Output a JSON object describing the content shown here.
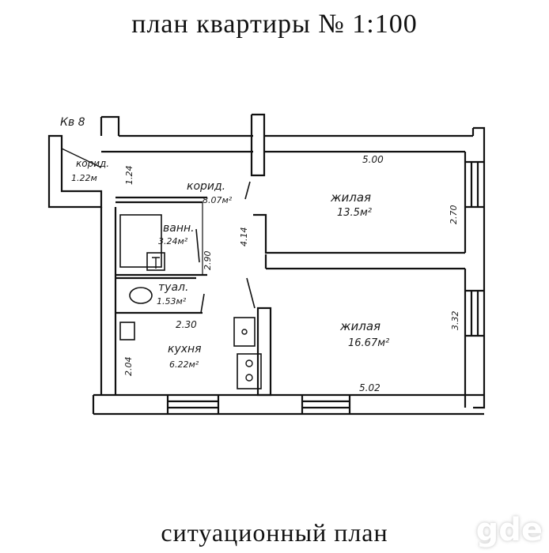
{
  "title": "план квартиры № 1:100",
  "footer": "ситуационный план",
  "watermark": "gde",
  "apartment_label": "Кв 8",
  "rooms": {
    "corridor_small": {
      "name": "корид.",
      "area": "1.22м"
    },
    "corridor_main": {
      "name": "корид.",
      "area": "8.07м²"
    },
    "living_1": {
      "name": "жилая",
      "area": "13.5м²"
    },
    "bath": {
      "name": "ванн.",
      "area": "3.24м²"
    },
    "toilet": {
      "name": "туал.",
      "area": "1.53м²"
    },
    "kitchen": {
      "name": "кухня",
      "area": "6.22м²"
    },
    "living_2": {
      "name": "жилая",
      "area": "16.67м²"
    }
  },
  "dimensions": {
    "d_124": "1.24",
    "d_500": "5.00",
    "d_270": "2.70",
    "d_414": "4.14",
    "d_290": "2.90",
    "d_230": "2.30",
    "d_204": "2.04",
    "d_332": "3.32",
    "d_502": "5.02"
  }
}
